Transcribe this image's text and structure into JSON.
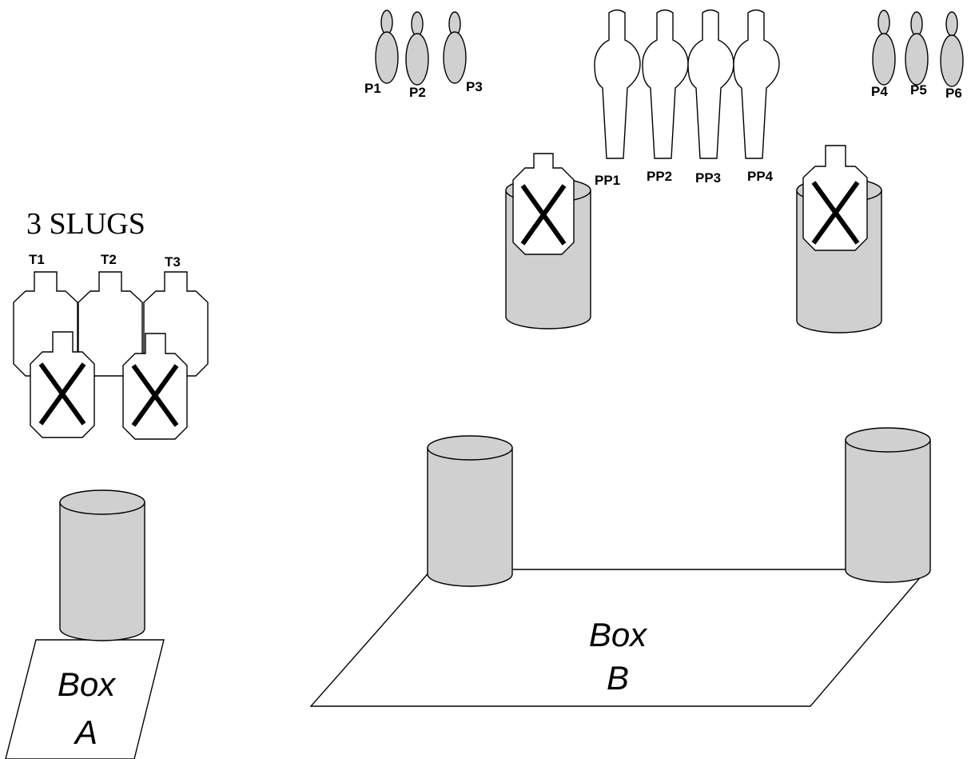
{
  "title": "3 SLUGS",
  "colors": {
    "barrel": "#d0d0d0",
    "outline": "#000000",
    "background": "#ffffff"
  },
  "pins_left": [
    "P1",
    "P2",
    "P3"
  ],
  "pins_right": [
    "P4",
    "P5",
    "P6"
  ],
  "poppers": [
    "PP1",
    "PP2",
    "PP3",
    "PP4"
  ],
  "slug_targets": [
    "T1",
    "T2",
    "T3"
  ],
  "box_a": {
    "line1": "Box",
    "line2": "A"
  },
  "box_b": {
    "line1": "Box",
    "line2": "B"
  }
}
